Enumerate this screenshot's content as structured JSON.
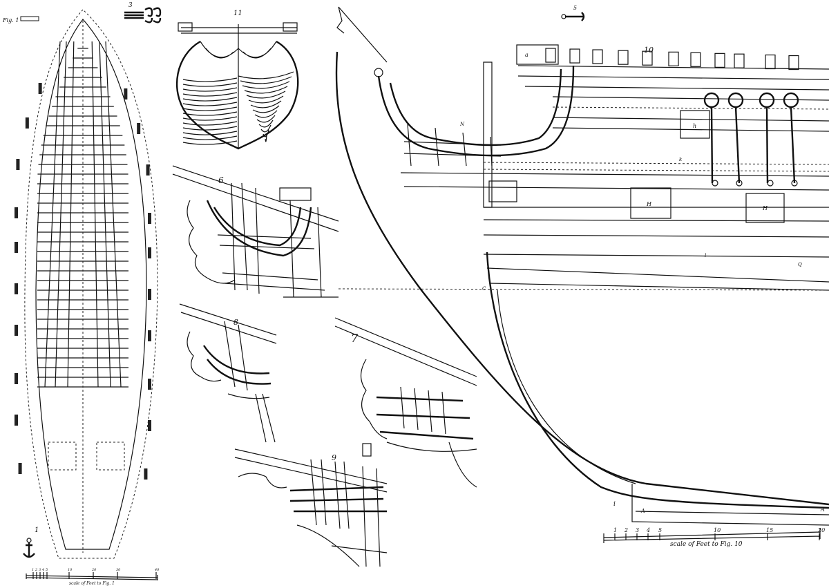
{
  "plate": {
    "fig1": {
      "label": "Fig. 1",
      "number": "1"
    },
    "fig3": {
      "number": "3"
    },
    "fig5": {
      "number": "5"
    },
    "fig6": {
      "number": "6"
    },
    "fig7": {
      "number": "7"
    },
    "fig8": {
      "number": "8"
    },
    "fig9": {
      "number": "9"
    },
    "fig10": {
      "number": "10"
    },
    "fig11": {
      "number": "11"
    },
    "letters": {
      "H": "H",
      "h": "h",
      "k": "k",
      "l": "l",
      "Q": "Q",
      "A": "A",
      "C": "C",
      "N": "N",
      "i": "i",
      "a": "a"
    },
    "scale_fig10": {
      "caption": "scale of Feet to Fig. 10",
      "ticks": [
        "1",
        "2",
        "3",
        "4",
        "5",
        "10",
        "15",
        "20"
      ]
    },
    "scale_fig1": {
      "caption": "scale of Feet to Fig. 1",
      "ticks": [
        "1",
        "2",
        "3",
        "4",
        "5",
        "10",
        "20",
        "30",
        "40"
      ]
    }
  }
}
